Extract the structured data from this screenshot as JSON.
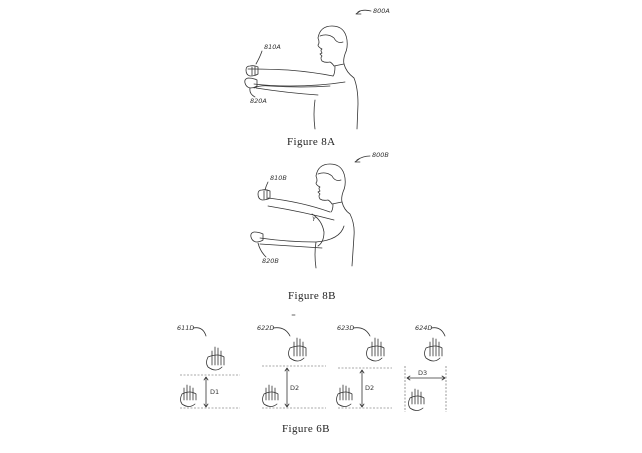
{
  "figure_8a": {
    "caption": "Figure 8A",
    "refs": {
      "figure": "800A",
      "hand_upper": "810A",
      "hand_lower": "820A"
    }
  },
  "figure_8b": {
    "caption": "Figure 8B",
    "refs": {
      "figure": "800B",
      "hand_upper": "810B",
      "hand_lower": "820B",
      "angle": "Y"
    }
  },
  "figure_6b": {
    "caption": "Figure 6B",
    "panels": [
      {
        "ref": "611D",
        "distance": "D1"
      },
      {
        "ref": "622D",
        "distance": "D2"
      },
      {
        "ref": "623D",
        "distance": "D2"
      },
      {
        "ref": "624D",
        "distance": "D3"
      }
    ]
  },
  "colors": {
    "ink": "#333333",
    "paper": "#ffffff"
  }
}
